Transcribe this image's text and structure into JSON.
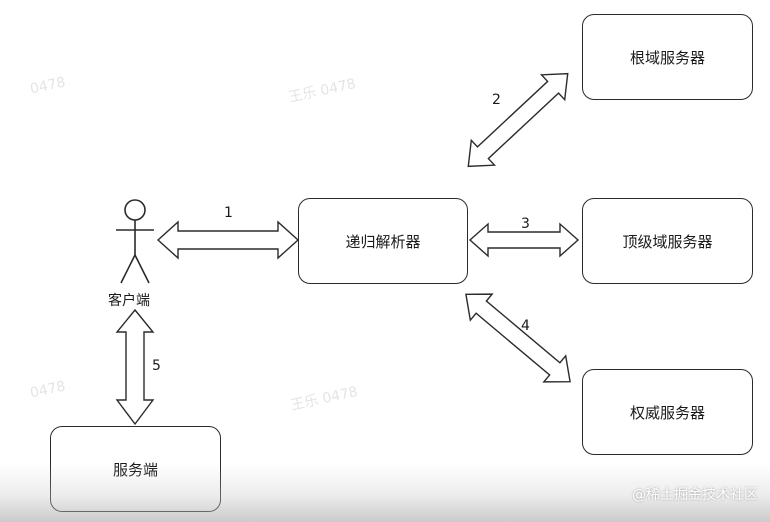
{
  "nodes": {
    "root_server": "根域服务器",
    "recursive_resolver": "递归解析器",
    "tld_server": "顶级域服务器",
    "authoritative_server": "权威服务器",
    "server_side": "服务端",
    "client": "客户端"
  },
  "arrows": {
    "a1": "1",
    "a2": "2",
    "a3": "3",
    "a4": "4",
    "a5": "5"
  },
  "watermarks": {
    "w1": "0478",
    "w2": "王乐 0478",
    "w3": "0478",
    "w4": "王乐 0478"
  },
  "credit": "@稀土掘金技术社区",
  "colors": {
    "stroke": "#2b2b2b",
    "background": "#ffffff"
  }
}
